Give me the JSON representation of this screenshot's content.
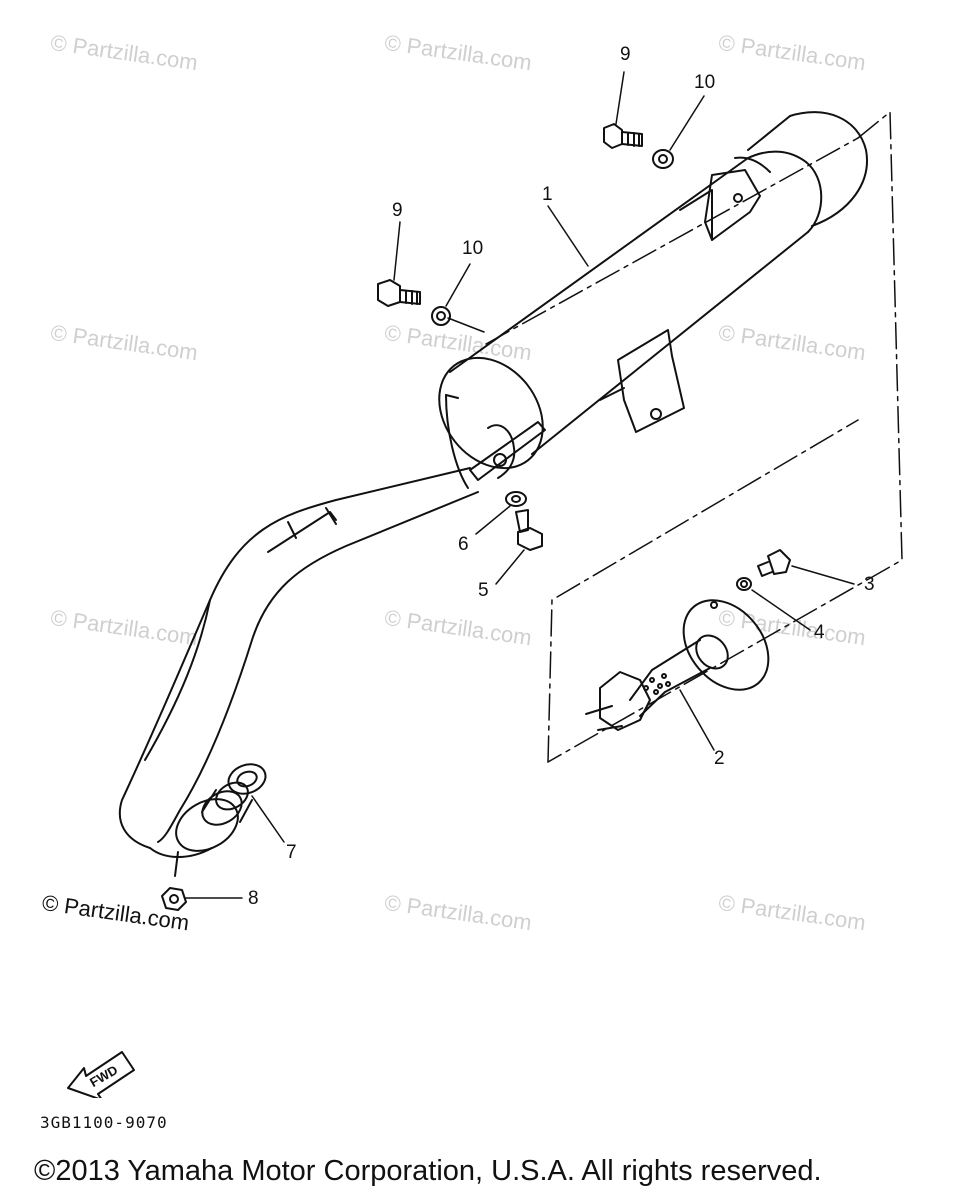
{
  "watermark": "© Partzilla.com",
  "corner_watermark": "© Partzilla.com",
  "callouts": {
    "c1": "1",
    "c2": "2",
    "c3": "3",
    "c4": "4",
    "c5": "5",
    "c6": "6",
    "c7": "7",
    "c8": "8",
    "c9a": "9",
    "c9b": "9",
    "c10a": "10",
    "c10b": "10"
  },
  "fwd_label": "FWD",
  "diagram_code": "3GB1100-9070",
  "copyright": "©2013 Yamaha Motor Corporation, U.S.A. All rights reserved."
}
